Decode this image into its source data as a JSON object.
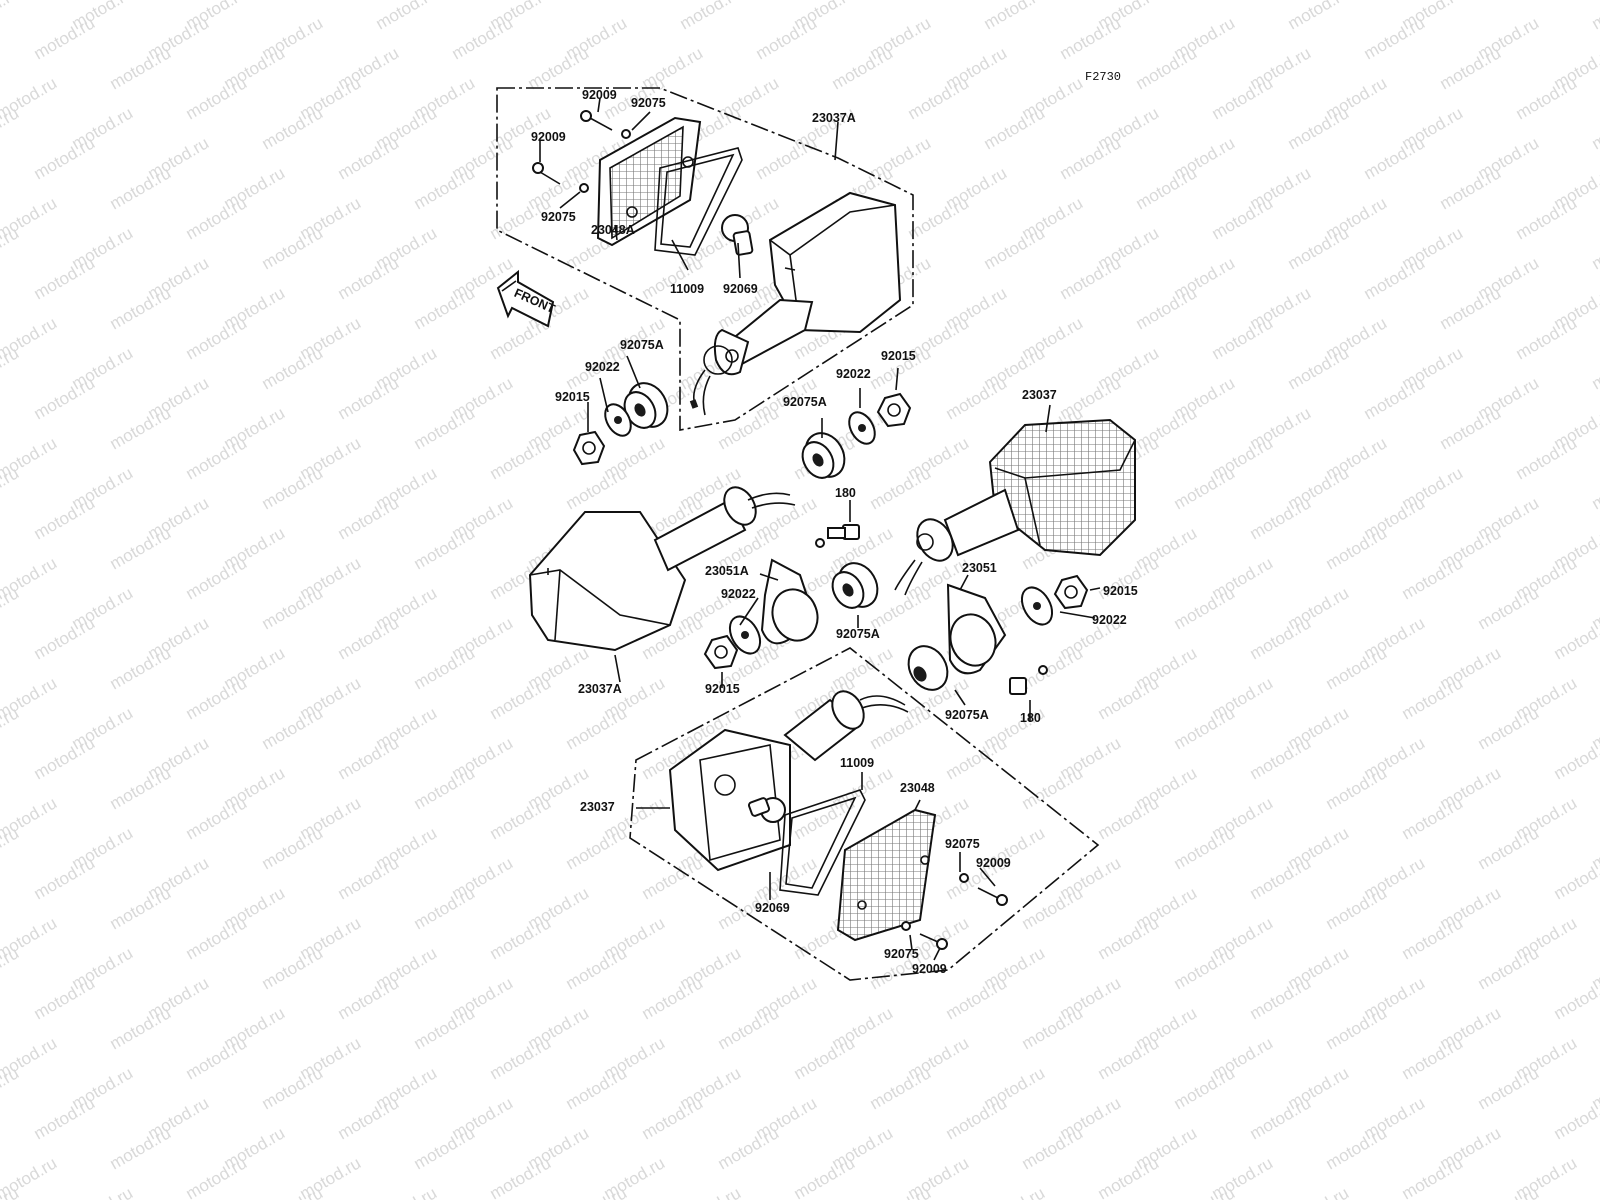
{
  "diagram": {
    "figure_code": "F2730",
    "front_arrow_label": "FRONT",
    "watermark": "motod.ru",
    "labels": {
      "top_92009_a": "92009",
      "top_92075_a": "92075",
      "top_92009_b": "92009",
      "top_92075_b": "92075",
      "top_23048A": "23048A",
      "top_11009": "11009",
      "top_92069": "92069",
      "top_23037A": "23037A",
      "top_92075A": "92075A",
      "top_92022": "92022",
      "top_92015": "92015",
      "r_92022": "92022",
      "r_92015": "92015",
      "r_92075A": "92075A",
      "r_23037": "23037",
      "mid_180": "180",
      "mid_23051A": "23051A",
      "mid_92022": "92022",
      "mid_92075A": "92075A",
      "mid_92015": "92015",
      "mid_23037A": "23037A",
      "rr_23051": "23051",
      "rr_92015": "92015",
      "rr_92022": "92022",
      "rr_92075A": "92075A",
      "rr_180": "180",
      "bot_11009": "11009",
      "bot_23048": "23048",
      "bot_23037": "23037",
      "bot_92075_a": "92075",
      "bot_92009_a": "92009",
      "bot_92069": "92069",
      "bot_92075_b": "92075",
      "bot_92009_b": "92009"
    }
  }
}
